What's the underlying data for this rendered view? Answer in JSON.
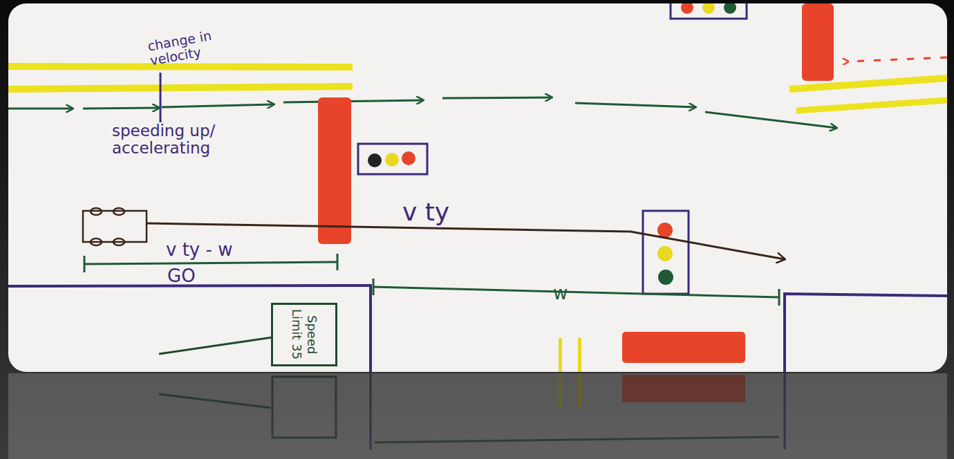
{
  "diagram": {
    "nodes": [
      {
        "text": [
          "Speed Limit 35"
        ]
      }
    ],
    "labels": [
      "change in velocity",
      "speeding up/ accelerating",
      "v ty",
      "v ty - w",
      "GO",
      "w"
    ]
  }
}
